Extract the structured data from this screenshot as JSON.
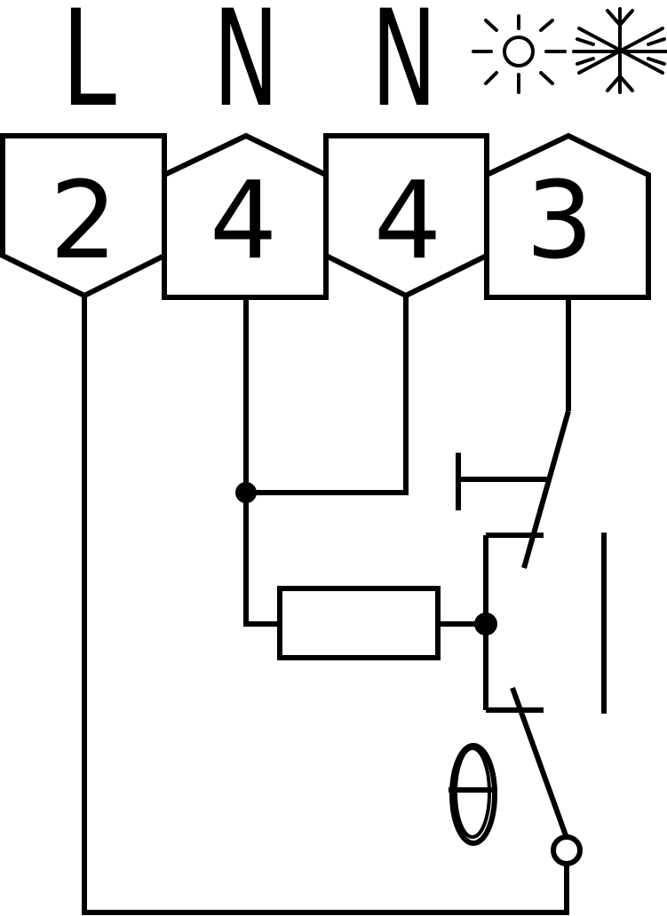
{
  "terminals": [
    {
      "label": "L",
      "number": "2"
    },
    {
      "label": "N",
      "number": "4"
    },
    {
      "label": "N",
      "number": "4"
    },
    {
      "label": "",
      "number": "3"
    }
  ],
  "icons": [
    "sun-icon",
    "snowflake-icon",
    "thermostat-theta-symbol",
    "resistor-symbol",
    "switch-contact-symbol"
  ],
  "colors": {
    "line": "#000000",
    "background": "#ffffff"
  }
}
